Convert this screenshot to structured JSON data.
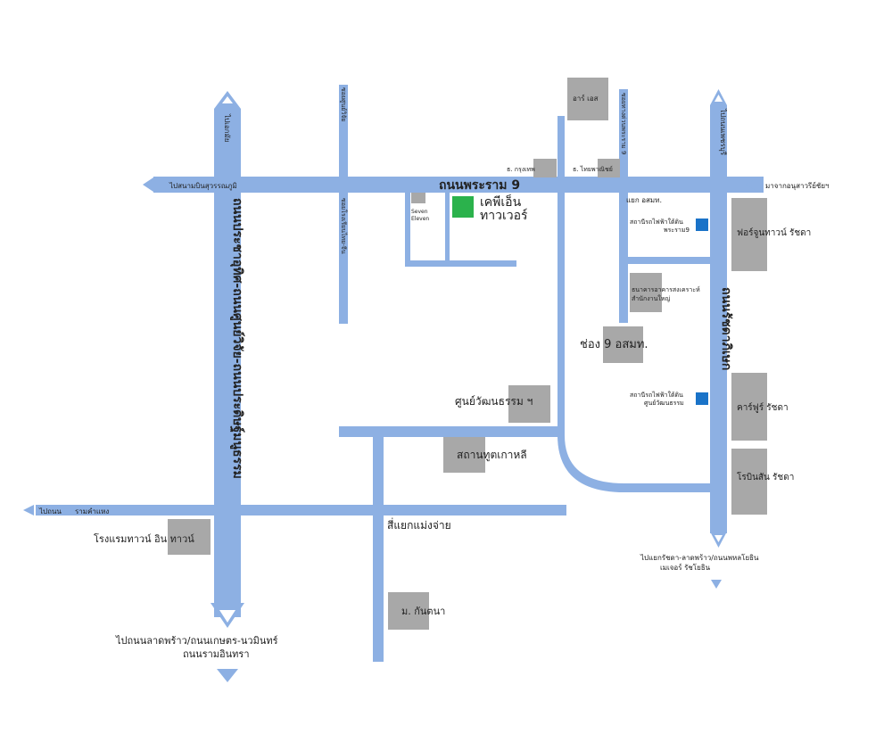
{
  "roads": {
    "rama9": "ถนนพระราม 9",
    "ratchada": "ถนนรัชดาภิเษก",
    "prachauthit": "ถนนประชาอุทิศ-ถนนศูนย์วิจัย-ถนนประดิษฐ์มนูธรรม",
    "soi_left_top": "ซอยศูนย์วิจัย",
    "soi_left_bottom": "ซอยโรงเรียนไทย-จีน",
    "soi_right": "ซอยทางด่วนพระราม 9",
    "to_ekkamai": "ไปเอกมัย",
    "to_phetchaburi": "ไปถนนเพชรบุรี"
  },
  "directions": {
    "west_top": "ไปสนามบินสุวรรณภูมิ",
    "east_top": "มาจากอนุสาวรีย์ชัยฯ",
    "west_mid": "ไปถนน",
    "west_mid_road": "รามคำแหง",
    "south_left": "ไปถนนลาดพร้าว/ถนนเกษตร-นวมินทร์",
    "south_left_2": "ถนนรามอินทรา",
    "south_right": "ไปแยกรัชดา-ลาดพร้าว/ถนนพหลโยธิน",
    "south_right_2": "เมเจอร์ รัชโยธิน"
  },
  "places": {
    "target": "เคพีเอ็น",
    "target_2": "ทาวเวอร์",
    "seven_eleven": "Seven",
    "seven_eleven_2": "Eleven",
    "rsi": "อาร์ เอส",
    "krungthep": "ธ. กรุงเทพ",
    "thaipanich": "ธ. ไทยพาณิชย์",
    "junction": "แยก อสมท.",
    "station1": "สถานีรถไฟฟ้าใต้ดิน",
    "station1_2": "พระราม9",
    "fortune": "ฟอร์จูนทาวน์ รัชดา",
    "ghbank": "ธนาคารอาคารสงเคราะห์",
    "ghbank_2": "สำนักงานใหญ่",
    "mcot": "ช่อง 9 อสมท.",
    "cultural": "ศูนย์วัฒนธรรม ฯ",
    "station2": "สถานีรถไฟฟ้าใต้ดิน",
    "station2_2": "ศูนย์วัฒนธรรม",
    "carrefour": "คาร์ฟูร์ รัชดา",
    "robinson": "โรบินสัน รัชดา",
    "korea": "สถานทูตเกาหลี",
    "intersection": "สี่แยกแม่งจ่าย",
    "hotel": "โรงแรมทาวน์ อิน ทาวน์",
    "kannatha": "ม. กันตนา"
  },
  "colors": {
    "road": "#8db0e3",
    "building": "#a8a8a8",
    "target": "#2bb24c",
    "station": "#1a73c8"
  }
}
